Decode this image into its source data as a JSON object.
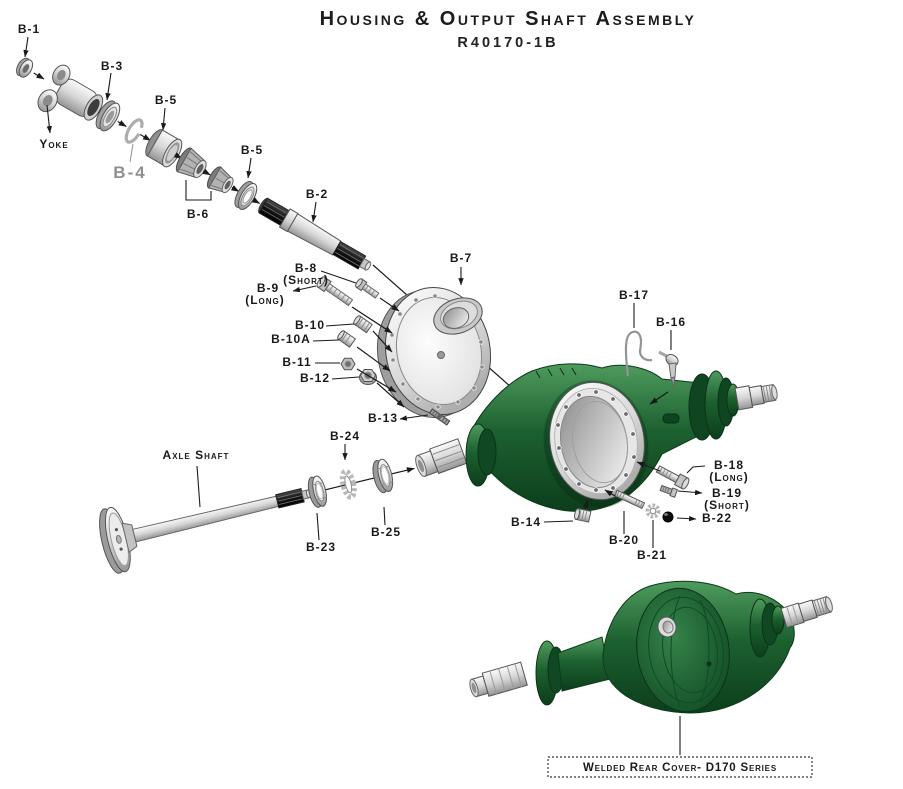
{
  "title": {
    "main": "Housing & Output Shaft Assembly",
    "part_number": "R40170-1B"
  },
  "callouts": {
    "b1": {
      "text": "B-1"
    },
    "b2": {
      "text": "B-2"
    },
    "b3": {
      "text": "B-3"
    },
    "b4": {
      "text": "B-4"
    },
    "b5_upper": {
      "text": "B-5"
    },
    "b5_lower": {
      "text": "B-5"
    },
    "b6": {
      "text": "B-6"
    },
    "b7": {
      "text": "B-7"
    },
    "b8": {
      "text": "B-8",
      "sub": "(Short)"
    },
    "b9": {
      "text": "B-9",
      "sub": "(Long)"
    },
    "b10": {
      "text": "B-10"
    },
    "b10a": {
      "text": "B-10A"
    },
    "b11": {
      "text": "B-11"
    },
    "b12": {
      "text": "B-12"
    },
    "b13": {
      "text": "B-13"
    },
    "b14": {
      "text": "B-14"
    },
    "b16": {
      "text": "B-16"
    },
    "b17": {
      "text": "B-17"
    },
    "b18": {
      "text": "B-18",
      "sub": "(Long)"
    },
    "b19": {
      "text": "B-19",
      "sub": "(Short)"
    },
    "b20": {
      "text": "B-20"
    },
    "b21": {
      "text": "B-21"
    },
    "b22": {
      "text": "B-22"
    },
    "b23": {
      "text": "B-23"
    },
    "b24": {
      "text": "B-24"
    },
    "b25": {
      "text": "B-25"
    }
  },
  "part_names": {
    "yoke": "Yoke",
    "axle_shaft": "Axle Shaft"
  },
  "footer": {
    "rear_cover_label": "Welded Rear Cover- D170 Series"
  },
  "colors": {
    "housing_green": "#1d6130",
    "housing_green_dark": "#0c3e1c",
    "metal_light": "#f2f2f2",
    "metal_dark": "#8f8f8f",
    "label_text": "#1a1a1a",
    "muted_label": "#8f8f8f"
  }
}
